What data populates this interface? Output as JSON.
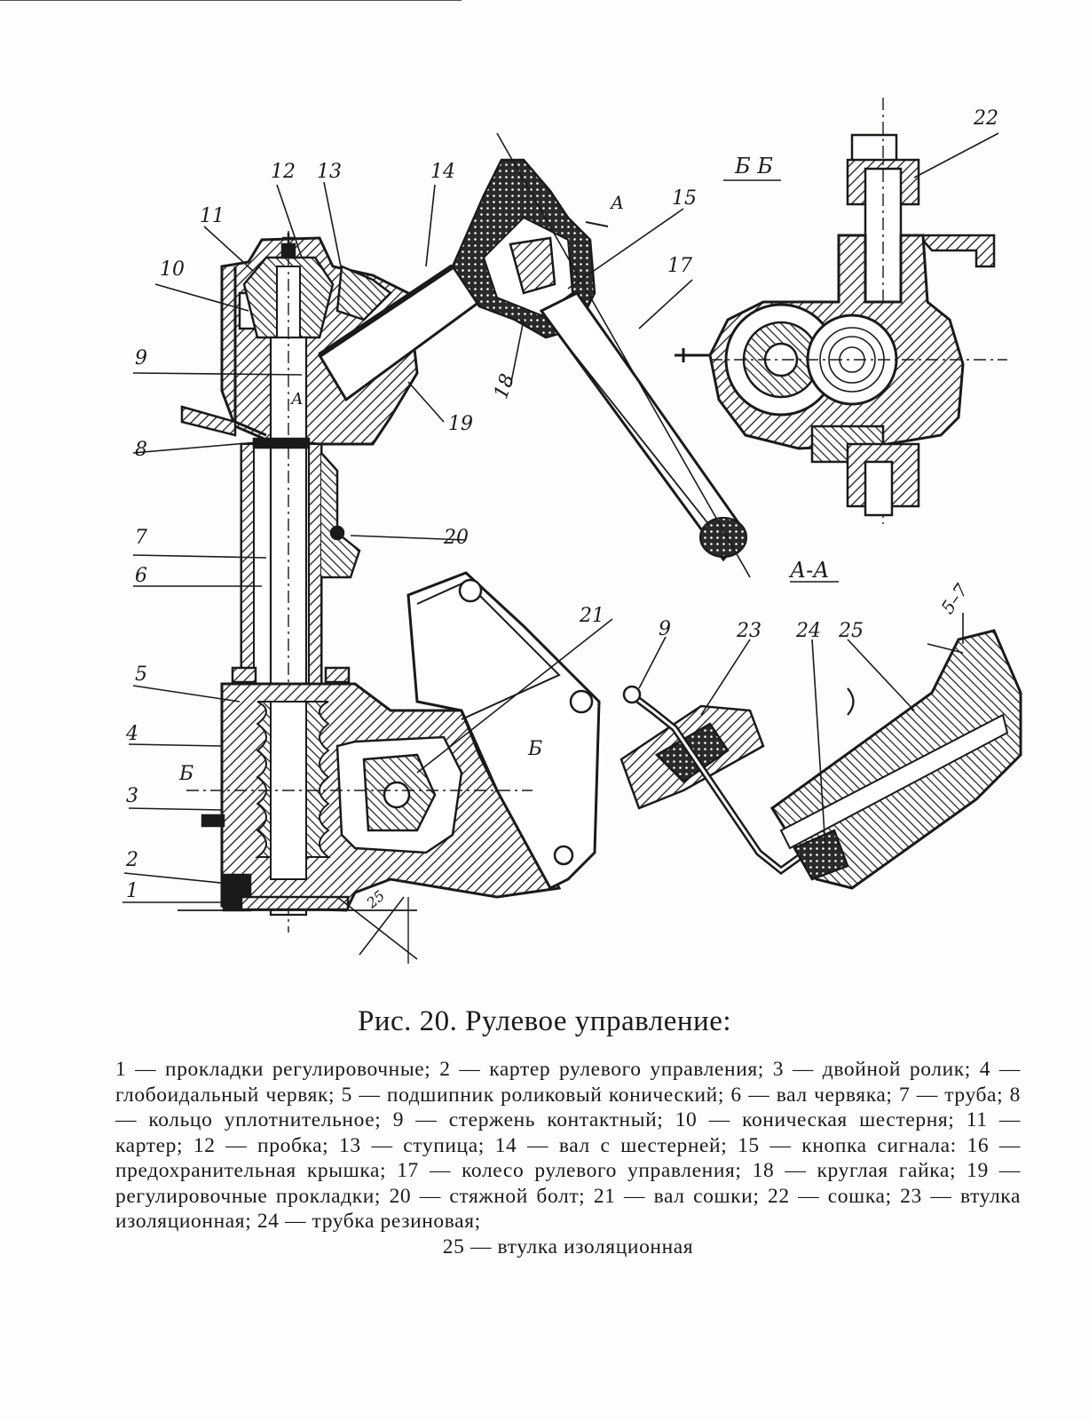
{
  "figure": {
    "callouts": {
      "n1": "1",
      "n2": "2",
      "n3": "3",
      "n4": "4",
      "n5": "5",
      "n6": "6",
      "n7": "7",
      "n8": "8",
      "n9": "9",
      "n10": "10",
      "n11": "11",
      "n12": "12",
      "n13": "13",
      "n14": "14",
      "n15": "15",
      "n17": "17",
      "n18": "18",
      "n19": "19",
      "n20": "20",
      "n21": "21",
      "n22": "22",
      "n23": "23",
      "n24": "24",
      "n25": "25",
      "n9b": "9",
      "dim25": "25",
      "dim57": "5–7"
    },
    "section_labels": {
      "bb": "Б Б",
      "aa": "А-А",
      "a_top": "А",
      "a_mid": "А",
      "b_right": "Б",
      "b_left": "Б"
    }
  },
  "caption": "Рис. 20. Рулевое управление:",
  "legend": {
    "items": [
      "1 — прокладки регулировочные;",
      "2 — картер рулевого управления;",
      "3 — двойной ролик;",
      "4 — глобоидальный червяк;",
      "5 — подшипник роликовый конический;",
      "6 — вал червяка;",
      "7 — труба;",
      "8 — кольцо уплотнительное;",
      "9 — стержень контактный;",
      "10 — коническая шестерня;",
      "11 — картер;",
      "12 — пробка;",
      "13 — ступица;",
      "14 — вал с шестерней;",
      "15 — кнопка сигнала:",
      "16 — предохранительная крышка;",
      "17 — колесо рулевого управления;",
      "18 — круглая гайка;",
      "19 — регулировочные прокладки;",
      "20 — стяжной болт;",
      "21 — вал сошки;",
      "22 — сошка;",
      "23 — втулка изоляционная;",
      "24 — трубка резиновая;"
    ],
    "last_item": "25 — втулка изоляционная"
  }
}
